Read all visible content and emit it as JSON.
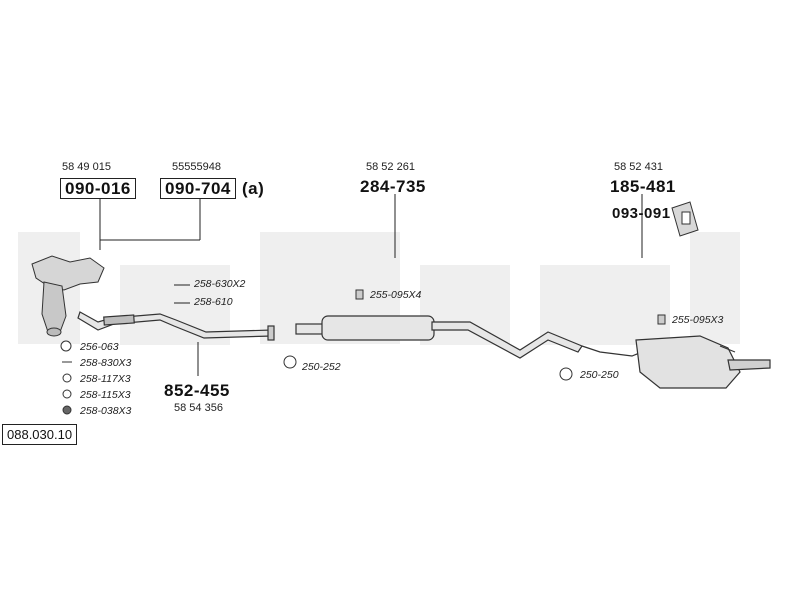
{
  "diagram": {
    "reference_number": "088.030.10",
    "parts": [
      {
        "oe": "58 49 015",
        "part": "090-016",
        "boxed": true
      },
      {
        "oe": "55555948",
        "part": "090-704",
        "boxed": true,
        "suffix": "(a)"
      },
      {
        "oe": "58 52 261",
        "part": "284-735",
        "boxed": false
      },
      {
        "oe": "58 52 431",
        "part": "185-481",
        "boxed": false
      },
      {
        "oe": "",
        "part": "093-091",
        "boxed": false
      },
      {
        "oe": "58 54 356",
        "part": "852-455",
        "boxed": false
      }
    ],
    "fittings": [
      "258-630X2",
      "258-610",
      "255-095X4",
      "255-095X3",
      "250-252",
      "250-250",
      "256-063",
      "258-830X3",
      "258-117X3",
      "258-115X3",
      "258-038X3"
    ],
    "colors": {
      "line": "#222222",
      "pipe_fill": "#e6e6e6",
      "watermark": "#efefef"
    }
  }
}
